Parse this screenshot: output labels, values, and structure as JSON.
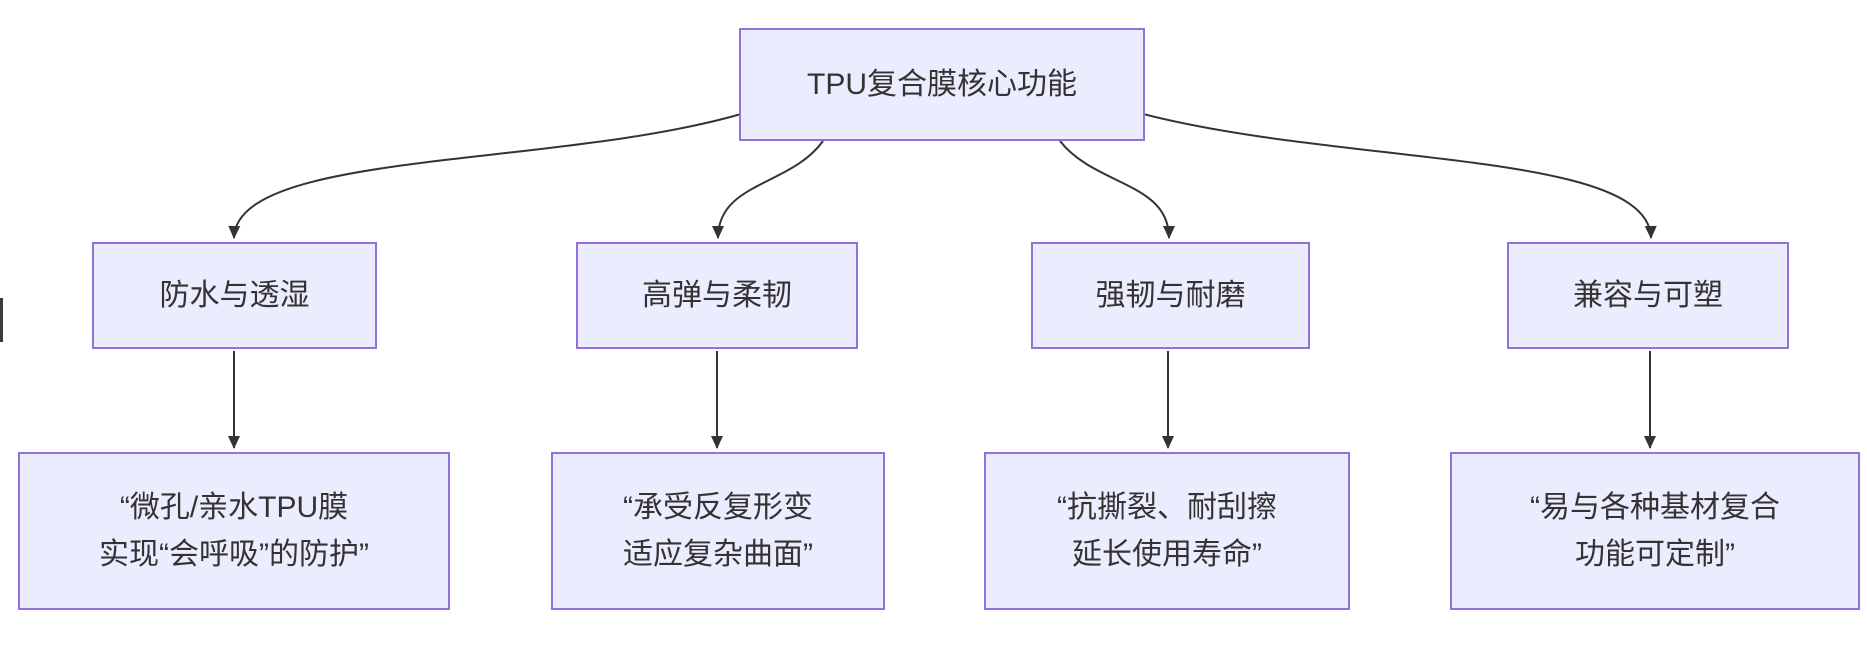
{
  "colors": {
    "background": "#FFFFFF",
    "node_fill": "#ECECFF",
    "node_border": "#9370DB",
    "edge": "#333333",
    "text": "#333333"
  },
  "flowchart": {
    "root": {
      "label": "TPU复合膜核心功能"
    },
    "branches": [
      {
        "label": "防水与透湿",
        "detail_line1": "“微孔/亲水TPU膜",
        "detail_line2": "实现“会呼吸”的防护”"
      },
      {
        "label": "高弹与柔韧",
        "detail_line1": "“承受反复形变",
        "detail_line2": "适应复杂曲面”"
      },
      {
        "label": "强韧与耐磨",
        "detail_line1": "“抗撕裂、耐刮擦",
        "detail_line2": "延长使用寿命”"
      },
      {
        "label": "兼容与可塑",
        "detail_line1": "“易与各种基材复合",
        "detail_line2": "功能可定制”"
      }
    ]
  }
}
